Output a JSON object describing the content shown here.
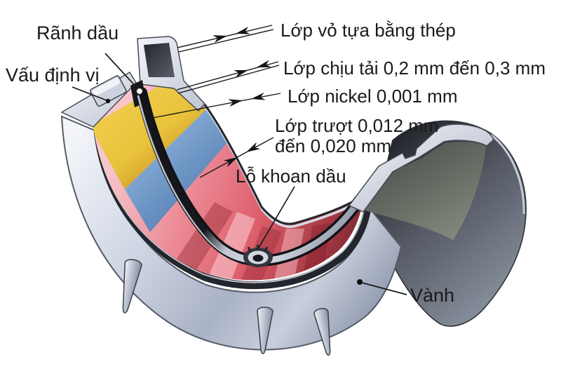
{
  "diagram": {
    "labels": {
      "ranh_dau": "Rãnh dầu",
      "vau_dinh_vi": "Vấu định vị",
      "lop_vo_tua": "Lớp vỏ tựa bằng thép",
      "lop_chiu_tai": "Lớp chịu tải 0,2 mm đến 0,3 mm",
      "lop_nickel": "Lớp nickel 0,001 mm",
      "lop_truot_line1": "Lớp trượt 0,012 mm",
      "lop_truot_line2": "đến 0,020 mm",
      "lo_khoan_dau": "Lỗ khoan dầu",
      "vanh": "Vành"
    },
    "colors": {
      "text": "#1a1a1a",
      "highlight_text": "#e8609c",
      "steel_light": "#eef1f7",
      "steel_mid": "#b9c0d2",
      "steel_dark": "#3c4049",
      "layer_yellow": "#e9c23b",
      "layer_blue": "#6f97c6",
      "layer_sliding_pink": "#dd5f6c",
      "groove_black": "#17181c",
      "background": "#ffffff"
    }
  }
}
